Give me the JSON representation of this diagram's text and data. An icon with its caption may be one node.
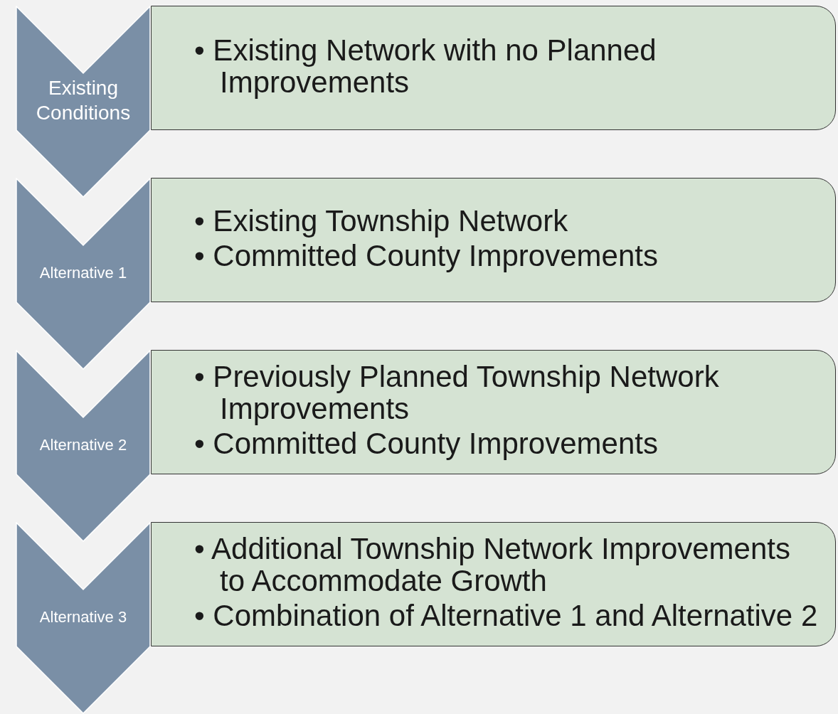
{
  "diagram": {
    "nodes": [
      {
        "text": [
          "Existing Conditions"
        ]
      },
      {
        "text": [
          "• Existing Network with no Planned Improvements"
        ]
      },
      {
        "text": [
          "Alternative 1"
        ]
      },
      {
        "text": [
          "• Existing Township Network",
          "• Committed County Improvements"
        ]
      },
      {
        "text": [
          "Alternative 2"
        ]
      },
      {
        "text": [
          "• Previously Planned Township Network Improvements",
          "• Committed County Improvements"
        ]
      },
      {
        "text": [
          "Alternative 3"
        ]
      },
      {
        "text": [
          "• Additional Township Network Improvements to Accommodate Growth",
          "• Combination of Alternative 1 and Alternative 2"
        ]
      }
    ]
  }
}
